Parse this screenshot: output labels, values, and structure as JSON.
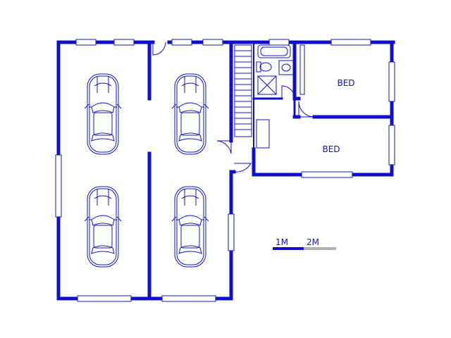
{
  "rooms": [
    {
      "id": "bed-1",
      "label": "BED"
    },
    {
      "id": "bed-2",
      "label": "BED"
    }
  ],
  "scale_bar": {
    "label_1": "1M",
    "label_2": "2M",
    "color_primary": "#1010cc",
    "color_secondary": "#b0b0b0"
  },
  "colors": {
    "walls": "#1010cc",
    "background": "#ffffff"
  },
  "fixtures": {
    "cars": 4,
    "features": [
      "staircase",
      "bathtub",
      "toilet",
      "basin",
      "shower"
    ]
  }
}
